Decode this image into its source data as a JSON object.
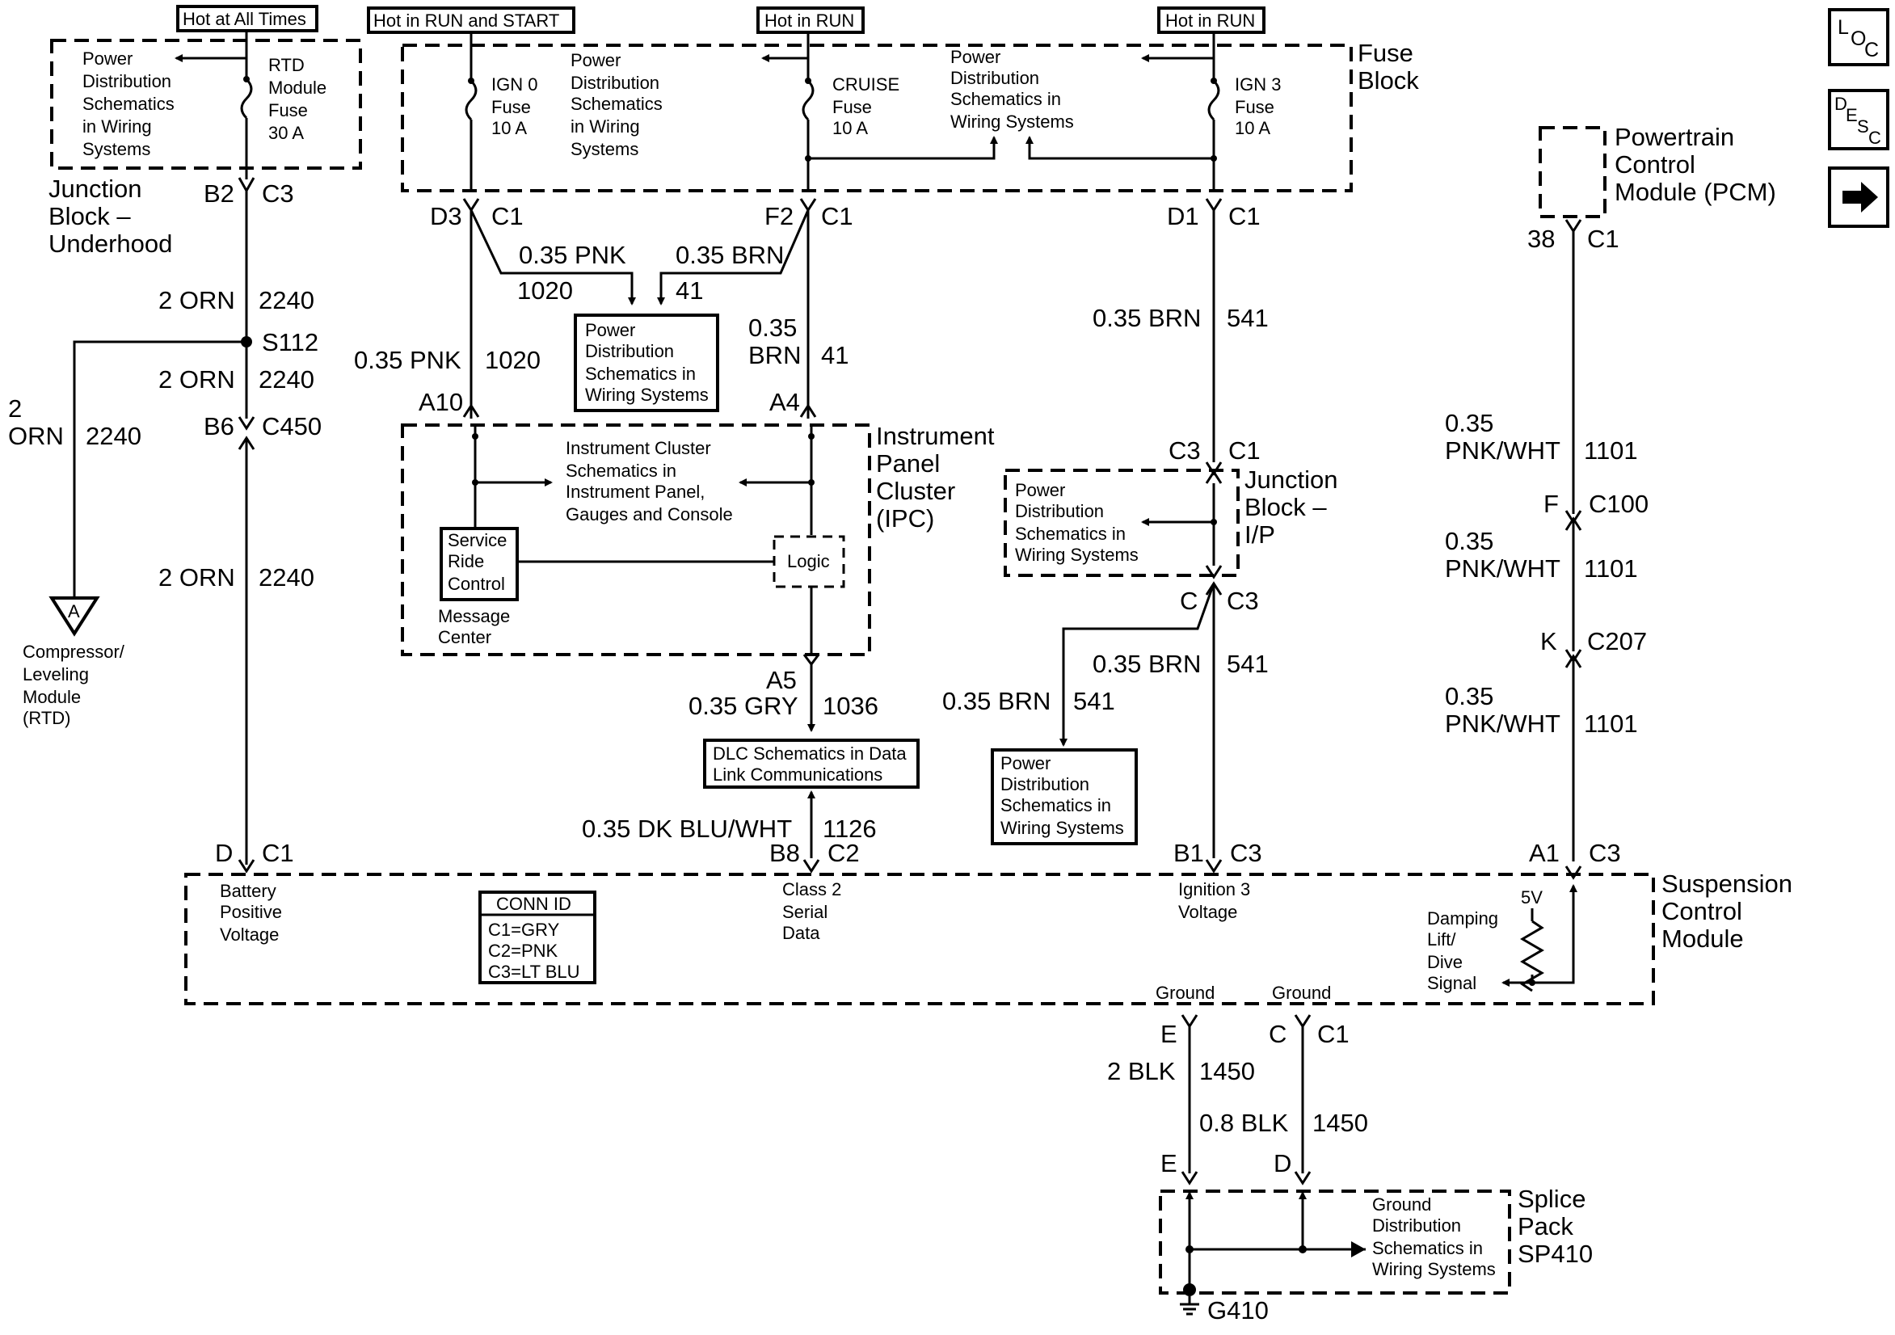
{
  "nav": {
    "loc": {
      "l1": "L",
      "l2": "O",
      "l3": "C"
    },
    "desc": {
      "l1": "D",
      "l2": "E",
      "l3": "S",
      "l4": "C"
    }
  },
  "hot": {
    "all_times": "Hot at All Times",
    "run_start": "Hot in RUN and START",
    "run1": "Hot in RUN",
    "run2": "Hot in RUN"
  },
  "jb_uh": {
    "pd": [
      "Power",
      "Distribution",
      "Schematics",
      "in Wiring",
      "Systems"
    ],
    "fuse": [
      "RTD",
      "Module",
      "Fuse",
      "30 A"
    ],
    "name": [
      "Junction",
      "Block –",
      "Underhood"
    ],
    "pin": "B2",
    "conn": "C3"
  },
  "fuse_block": {
    "name": [
      "Fuse",
      "Block"
    ],
    "ign0": [
      "IGN 0",
      "Fuse",
      "10 A"
    ],
    "pd_mid": [
      "Power",
      "Distribution",
      "Schematics",
      "in Wiring",
      "Systems"
    ],
    "cruise": [
      "CRUISE",
      "Fuse",
      "10 A"
    ],
    "pd_right": [
      "Power",
      "Distribution",
      "Schematics in",
      "Wiring Systems"
    ],
    "ign3": [
      "IGN 3",
      "Fuse",
      "10 A"
    ],
    "d3": "D3",
    "c1a": "C1",
    "f2": "F2",
    "c1b": "C1",
    "d1": "D1",
    "c1c": "C1"
  },
  "wires": {
    "w2240_a": "2 ORN",
    "n2240_a": "2240",
    "s112": "S112",
    "w2240_b": "2 ORN",
    "n2240_b": "2240",
    "w2240_left1": "2",
    "w2240_left2": "ORN",
    "n2240_left": "2240",
    "b6": "B6",
    "c450": "C450",
    "w2240_c": "2 ORN",
    "n2240_c": "2240",
    "pnk_top": "0.35 PNK",
    "n1020_top": "1020",
    "brn_top": "0.35 BRN",
    "n41_top": "41",
    "pnk": "0.35 PNK",
    "n1020": "1020",
    "brn1": "0.35",
    "brn2": "BRN",
    "n41": "41",
    "brn541_a": "0.35 BRN",
    "n541_a": "541",
    "a10": "A10",
    "a4": "A4",
    "a5": "A5",
    "gry": "0.35 GRY",
    "n1036": "1036",
    "dkblu": "0.35 DK BLU/WHT",
    "n1126": "1126",
    "brn541_b": "0.35 BRN",
    "n541_b": "541",
    "brn541_c": "0.35 BRN",
    "n541_c": "541",
    "pw1a": "0.35",
    "pw1b": "PNK/WHT",
    "n1101_1": "1101",
    "pw2a": "0.35",
    "pw2b": "PNK/WHT",
    "n1101_2": "1101",
    "pw3a": "0.35",
    "pw3b": "PNK/WHT",
    "n1101_3": "1101",
    "f_pin": "F",
    "c100": "C100",
    "k_pin": "K",
    "c207": "C207",
    "blk2": "2 BLK",
    "n1450a": "1450",
    "blk08": "0.8 BLK",
    "n1450b": "1450"
  },
  "pd_box1": [
    "Power",
    "Distribution",
    "Schematics in",
    "Wiring Systems"
  ],
  "ipc": {
    "name": [
      "Instrument",
      "Panel",
      "Cluster",
      "(IPC)"
    ],
    "schem": [
      "Instrument Cluster",
      "Schematics in",
      "Instrument Panel,",
      "Gauges and Console"
    ],
    "service": [
      "Service",
      "Ride",
      "Control"
    ],
    "msg": [
      "Message",
      "Center"
    ],
    "logic": "Logic"
  },
  "dlc": [
    "DLC Schematics in Data",
    "Link Communications"
  ],
  "jb_ip": {
    "name": [
      "Junction",
      "Block –",
      "I/P"
    ],
    "pd": [
      "Power",
      "Distribution",
      "Schematics in",
      "Wiring Systems"
    ],
    "c3_top": "C3",
    "c1_top": "C1",
    "c_pin": "C",
    "c3_bot": "C3"
  },
  "pd_box2": [
    "Power",
    "Distribution",
    "Schematics in",
    "Wiring Systems"
  ],
  "pcm": {
    "name": [
      "Powertrain",
      "Control",
      "Module (PCM)"
    ],
    "pin": "38",
    "conn": "C1"
  },
  "compressor": {
    "symbol": "A",
    "label": [
      "Compressor/",
      "Leveling",
      "Module",
      "(RTD)"
    ]
  },
  "scm": {
    "name": [
      "Suspension",
      "Control",
      "Module"
    ],
    "d": "D",
    "c1": "C1",
    "b8": "B8",
    "c2": "C2",
    "b1": "B1",
    "c3a": "C3",
    "a1": "A1",
    "c3b": "C3",
    "battery": [
      "Battery",
      "Positive",
      "Voltage"
    ],
    "conn_title": "CONN ID",
    "conn_ids": [
      "C1=GRY",
      "C2=PNK",
      "C3=LT BLU"
    ],
    "class2": [
      "Class 2",
      "Serial",
      "Data"
    ],
    "ign3v": [
      "Ignition 3",
      "Voltage"
    ],
    "damping": [
      "Damping",
      "Lift/",
      "Dive",
      "Signal"
    ],
    "v5": "5V",
    "gnd1": "Ground",
    "gnd2": "Ground",
    "e_pin": "E",
    "c_pin": "C",
    "c1_conn": "C1"
  },
  "splice": {
    "name": [
      "Splice",
      "Pack",
      "SP410"
    ],
    "e": "E",
    "d": "D",
    "gd": [
      "Ground",
      "Distribution",
      "Schematics in",
      "Wiring Systems"
    ],
    "g410": "G410"
  }
}
